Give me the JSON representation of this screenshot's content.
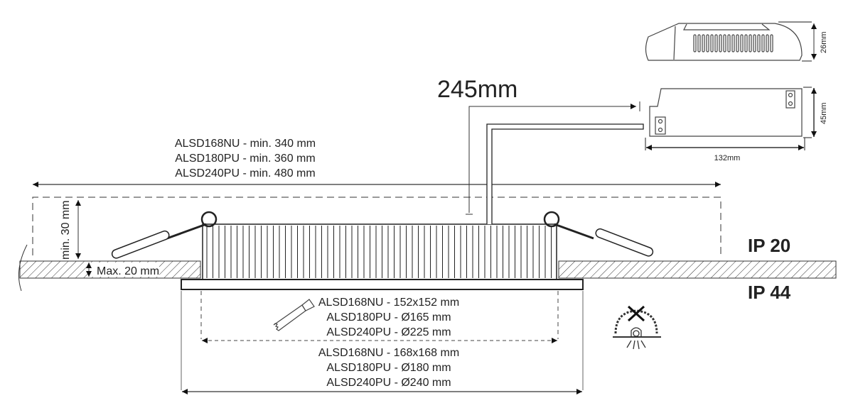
{
  "title_length": "245mm",
  "clearance_lines": [
    "ALSD168NU - min. 340 mm",
    "ALSD180PU - min. 360 mm",
    "ALSD240PU - min. 480 mm"
  ],
  "min_height": "min. 30 mm",
  "max_thickness": "Max. 20 mm",
  "cutout_lines": [
    "ALSD168NU - 152x152 mm",
    "ALSD180PU - Ø165 mm",
    "ALSD240PU - Ø225 mm"
  ],
  "outer_lines": [
    "ALSD168NU - 168x168 mm",
    "ALSD180PU - Ø180 mm",
    "ALSD240PU - Ø240 mm"
  ],
  "ip_top": "IP 20",
  "ip_bottom": "IP 44",
  "driver": {
    "height": "26mm",
    "width": "45mm",
    "length": "132mm"
  }
}
